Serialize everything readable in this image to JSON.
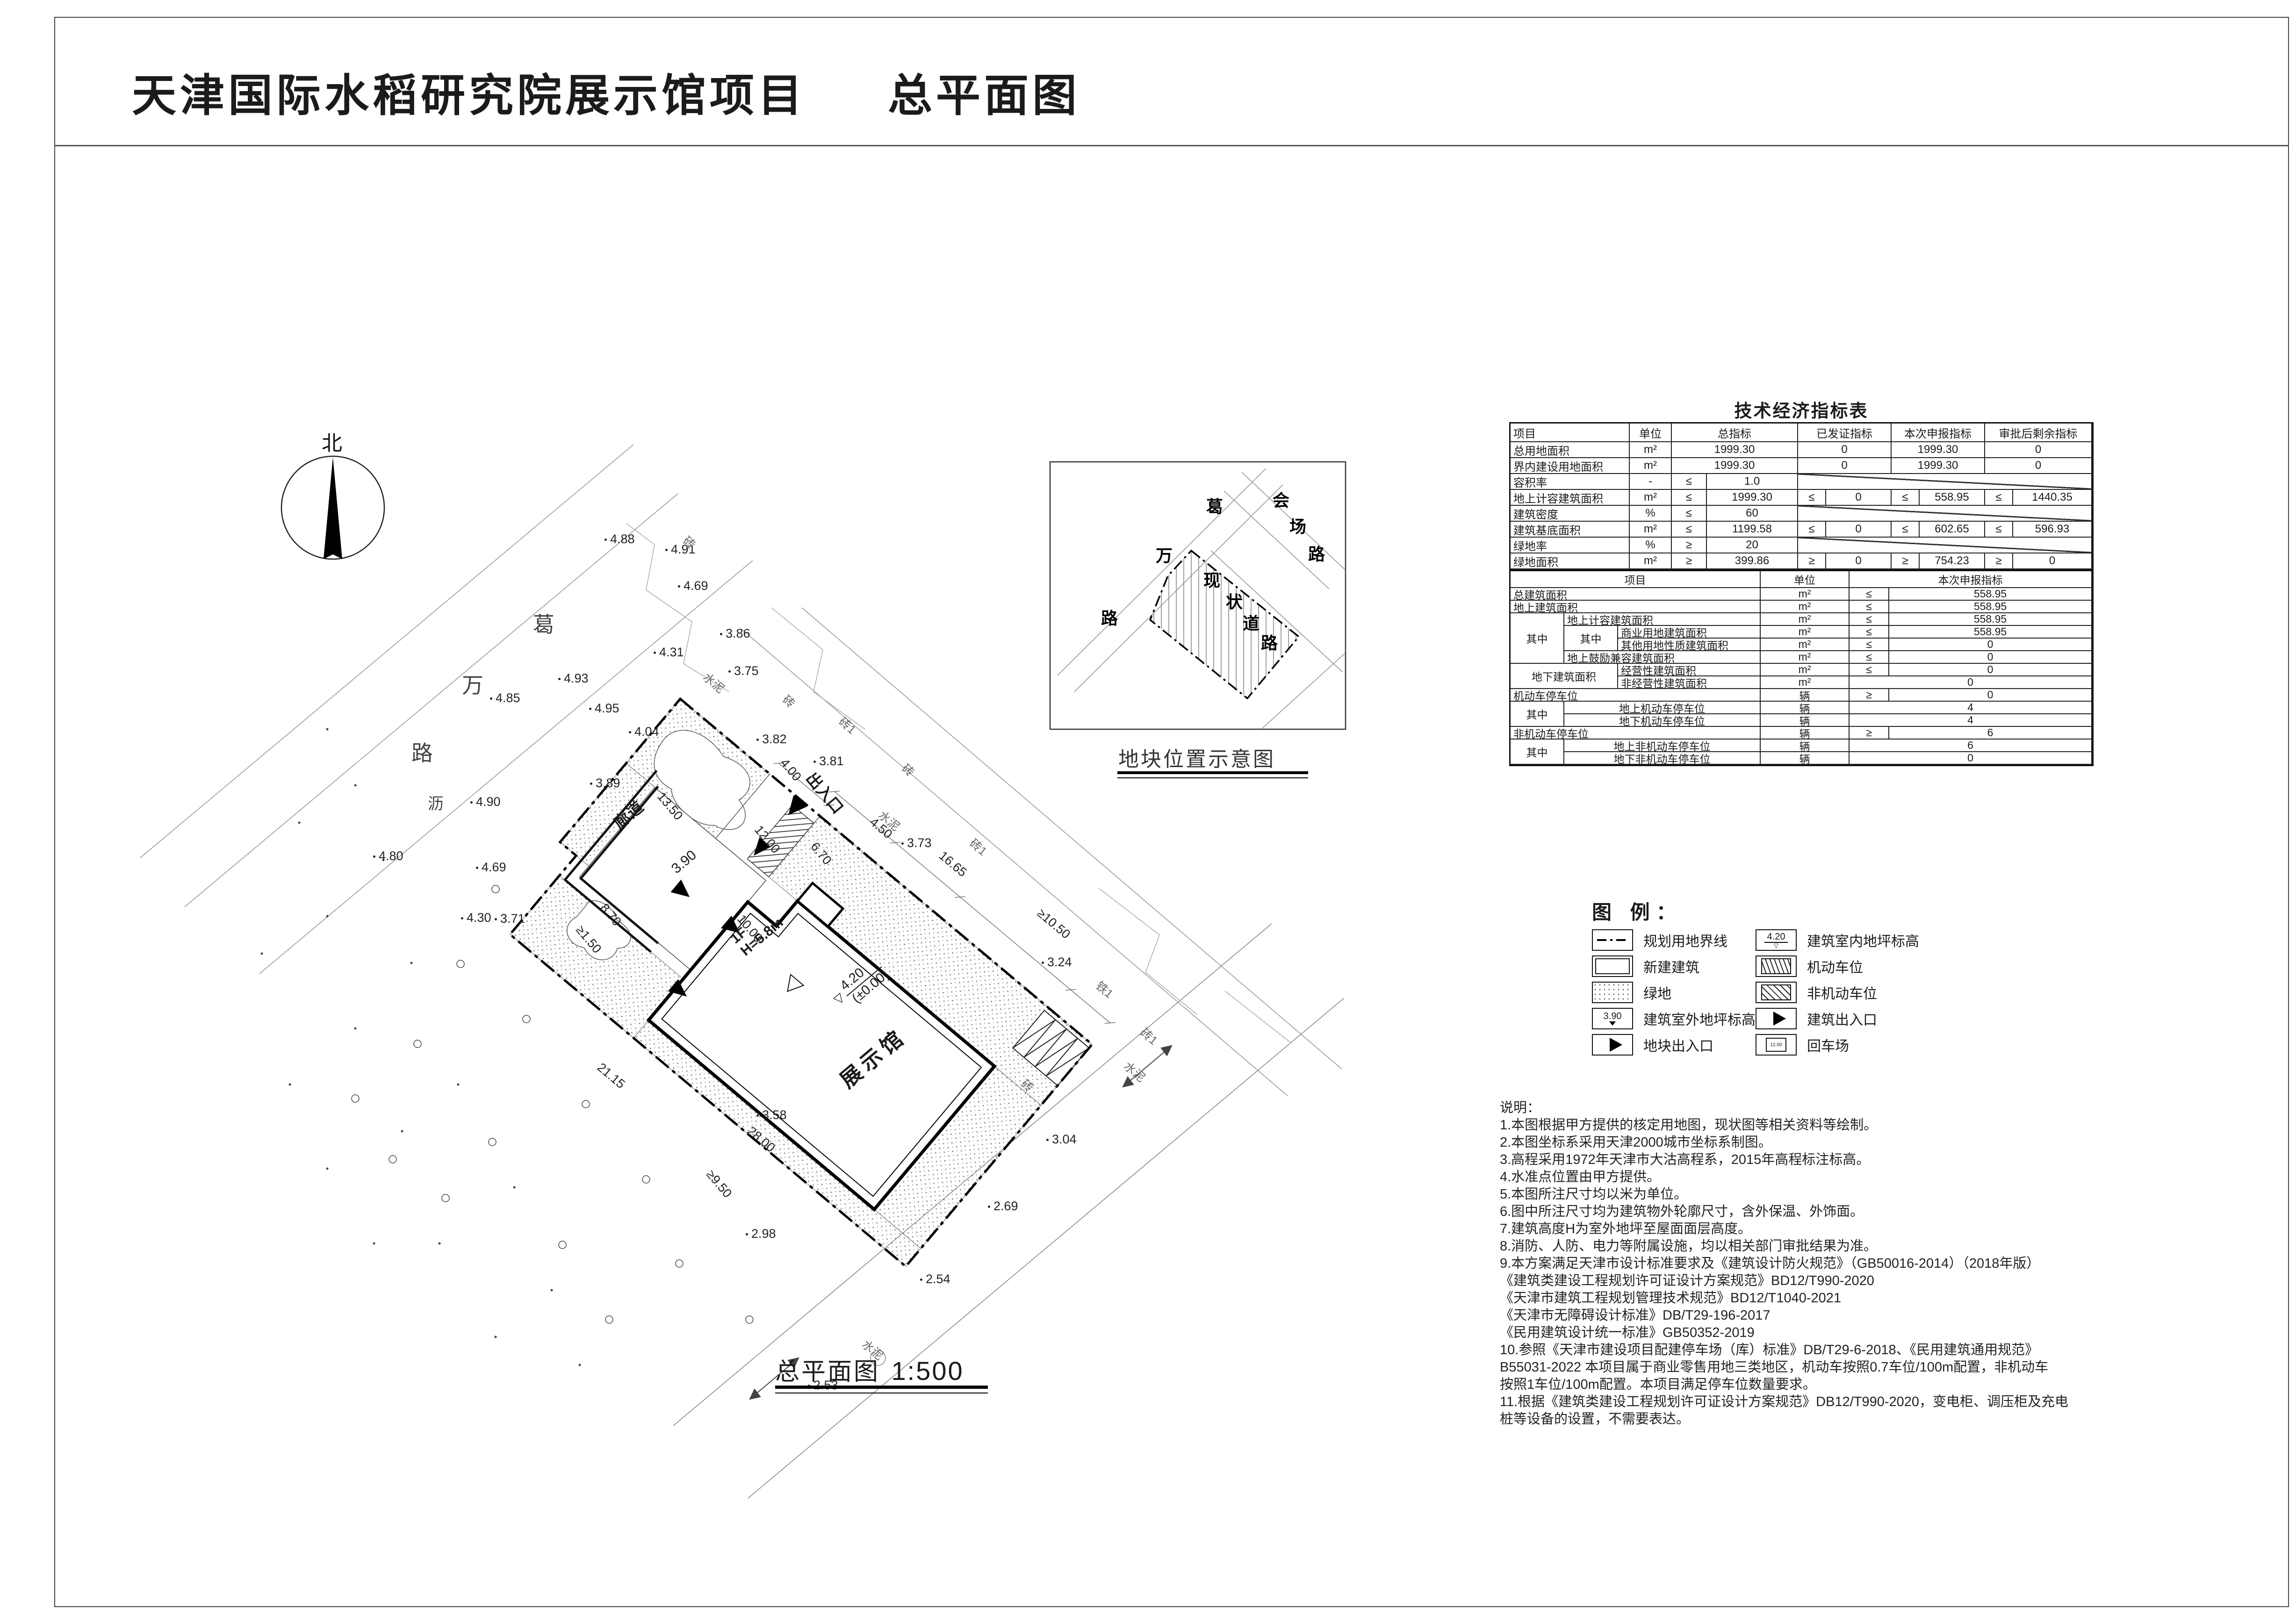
{
  "header": {
    "project": "天津国际水稻研究院展示馆项目",
    "drawing": "总平面图"
  },
  "compass": {
    "north": "北"
  },
  "site": {
    "labels": {
      "entrance": "出入口",
      "corridor": "廊道",
      "hall": "展示馆",
      "floor": "1F",
      "height": "H=5.8m",
      "elev_in": "4.20",
      "elev_in_sub": "(±0.00)",
      "elev_court": "3.90"
    },
    "road_chars": [
      "葛",
      "万",
      "路",
      "沥"
    ],
    "spots": [
      "4.88",
      "4.91",
      "4.69",
      "3.86",
      "4.31",
      "3.75",
      "4.93",
      "4.85",
      "4.95",
      "4.04",
      "3.82",
      "3.89",
      "4.90",
      "3.81",
      "4.80",
      "4.69",
      "4.30",
      "3.71",
      "3.73",
      "3.24",
      "3.58",
      "3.04",
      "2.69",
      "2.98",
      "2.54",
      "2.53"
    ],
    "dims": [
      "4.00",
      "13.50",
      "12.00",
      "6.70",
      "8.70",
      "10.00",
      "≥1.50",
      "4.50",
      "16.65",
      "≥10.50",
      "28.00",
      "21.15",
      "≥9.50"
    ],
    "surfaces": [
      "水泥",
      "砖",
      "砖",
      "砖1",
      "砖",
      "水泥",
      "砖1",
      "铁1",
      "砖1",
      "水泥",
      "砖",
      "水泥"
    ],
    "scale_name": "总平面图",
    "scale_ratio": "1:500"
  },
  "locmap": {
    "gewan": [
      "葛",
      "万",
      "路"
    ],
    "huichang": [
      "会",
      "场",
      "路"
    ],
    "xianzhuang": [
      "现",
      "状",
      "道",
      "路"
    ],
    "title": "地块位置示意图"
  },
  "table": {
    "title": "技术经济指标表",
    "a_header": {
      "item": "项目",
      "unit": "单位",
      "total": "总指标",
      "issued": "已发证指标",
      "declared": "本次申报指标",
      "remaining": "审批后剩余指标"
    },
    "a_rows": [
      {
        "label": "总用地面积",
        "unit": "m²",
        "t_s": "",
        "t_v": "1999.30",
        "i_v": "0",
        "d_v": "1999.30",
        "r_v": "0"
      },
      {
        "label": "界内建设用地面积",
        "unit": "m²",
        "t_s": "",
        "t_v": "1999.30",
        "i_v": "0",
        "d_v": "1999.30",
        "r_v": "0"
      },
      {
        "label": "容积率",
        "unit": "-",
        "t_s": "≤",
        "t_v": "1.0"
      },
      {
        "label": "地上计容建筑面积",
        "unit": "m²",
        "t_s": "≤",
        "t_v": "1999.30",
        "i_s": "≤",
        "i_v": "0",
        "d_s": "≤",
        "d_v": "558.95",
        "r_s": "≤",
        "r_v": "1440.35"
      },
      {
        "label": "建筑密度",
        "unit": "%",
        "t_s": "≤",
        "t_v": "60"
      },
      {
        "label": "建筑基底面积",
        "unit": "m²",
        "t_s": "≤",
        "t_v": "1199.58",
        "i_s": "≤",
        "i_v": "0",
        "d_s": "≤",
        "d_v": "602.65",
        "r_s": "≤",
        "r_v": "596.93"
      },
      {
        "label": "绿地率",
        "unit": "%",
        "t_s": "≥",
        "t_v": "20"
      },
      {
        "label": "绿地面积",
        "unit": "m²",
        "t_s": "≥",
        "t_v": "399.86",
        "i_s": "≥",
        "i_v": "0",
        "d_s": "≥",
        "d_v": "754.23",
        "r_s": "≥",
        "r_v": "0"
      }
    ],
    "b_header": {
      "item": "项目",
      "unit": "单位",
      "declared": "本次申报指标"
    },
    "b_groups": {
      "qz1": "其中",
      "qz2": "其中",
      "qz3": "其中",
      "qz4": "其中",
      "underground": "地下建筑面积"
    },
    "b_rows": [
      {
        "label": "总建筑面积",
        "unit": "m²",
        "sym": "≤",
        "val": "558.95"
      },
      {
        "label": "地上建筑面积",
        "unit": "m²",
        "sym": "≤",
        "val": "558.95"
      },
      {
        "label": "地上计容建筑面积",
        "unit": "m²",
        "sym": "≤",
        "val": "558.95"
      },
      {
        "label": "商业用地建筑面积",
        "unit": "m²",
        "sym": "≤",
        "val": "558.95"
      },
      {
        "label": "其他用地性质建筑面积",
        "unit": "m²",
        "sym": "≤",
        "val": "0"
      },
      {
        "label": "地上鼓励兼容建筑面积",
        "unit": "m²",
        "sym": "≤",
        "val": "0"
      },
      {
        "label": "经营性建筑面积",
        "unit": "m²",
        "sym": "≤",
        "val": "0"
      },
      {
        "label": "非经营性建筑面积",
        "unit": "m²",
        "sym": "",
        "val": "0"
      },
      {
        "label": "机动车停车位",
        "unit": "辆",
        "sym": "≥",
        "val": "0"
      },
      {
        "label": "地上机动车停车位",
        "unit": "辆",
        "sym": "",
        "val": "4"
      },
      {
        "label": "地下机动车停车位",
        "unit": "辆",
        "sym": "",
        "val": "4"
      },
      {
        "label": "非机动车停车位",
        "unit": "辆",
        "sym": "≥",
        "val": "6"
      },
      {
        "label": "地上非机动车停车位",
        "unit": "辆",
        "sym": "",
        "val": "6"
      },
      {
        "label": "地下非机动车停车位",
        "unit": "辆",
        "sym": "",
        "val": "0"
      }
    ]
  },
  "legend": {
    "title": "图 例：",
    "left": [
      {
        "label": "规划用地界线"
      },
      {
        "label": "新建建筑"
      },
      {
        "label": "绿地"
      },
      {
        "label": "建筑室外地坪标高",
        "value": "3.90"
      },
      {
        "label": "地块出入口"
      }
    ],
    "right": [
      {
        "label": "建筑室内地坪标高",
        "value": "4.20"
      },
      {
        "label": "机动车位"
      },
      {
        "label": "非机动车位"
      },
      {
        "label": "建筑出入口"
      },
      {
        "label": "回车场",
        "value": "12.00"
      }
    ]
  },
  "notes": {
    "lines": [
      "说明：",
      "1.本图根据甲方提供的核定用地图，现状图等相关资料等绘制。",
      "2.本图坐标系采用天津2000城市坐标系制图。",
      "3.高程采用1972年天津市大沽高程系，2015年高程标注标高。",
      "4.水准点位置由甲方提供。",
      "5.本图所注尺寸均以米为单位。",
      "6.图中所注尺寸均为建筑物外轮廓尺寸，含外保温、外饰面。",
      "7.建筑高度H为室外地坪至屋面面层高度。",
      "8.消防、人防、电力等附属设施，均以相关部门审批结果为准。",
      "9.本方案满足天津市设计标准要求及《建筑设计防火规范》（GB50016-2014）（2018年版）",
      "《建筑类建设工程规划许可证设计方案规范》BD12/T990-2020",
      "《天津市建筑工程规划管理技术规范》BD12/T1040-2021",
      "《天津市无障碍设计标准》DB/T29-196-2017",
      "《民用建筑设计统一标准》GB50352-2019",
      "10.参照《天津市建设项目配建停车场（库）标准》DB/T29-6-2018、《民用建筑通用规范》",
      "B55031-2022 本项目属于商业零售用地三类地区，机动车按照0.7车位/100m配置，非机动车",
      "按照1车位/100m配置。本项目满足停车位数量要求。",
      "11.根据《建筑类建设工程规划许可证设计方案规范》DB12/T990-2020，变电柜、调压柜及充电",
      "桩等设备的设置，不需要表达。"
    ]
  }
}
